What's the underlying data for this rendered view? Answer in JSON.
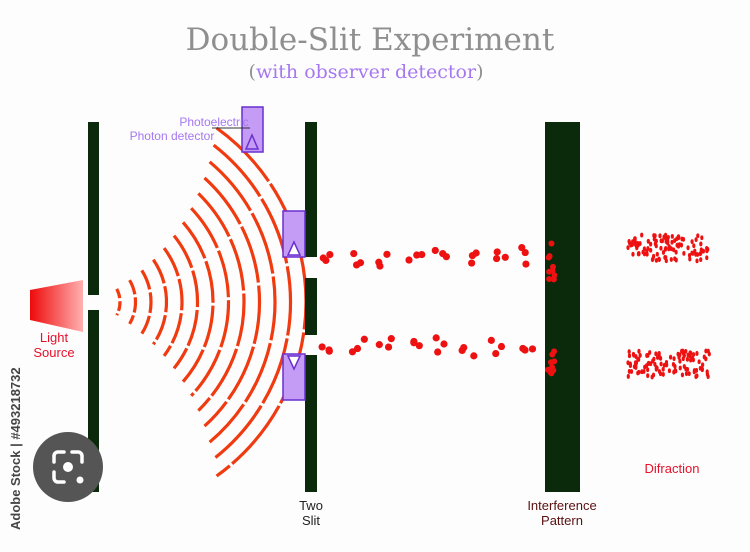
{
  "title": "Double-Slit Experiment",
  "subtitle": {
    "open": "(",
    "text": "with observer detector",
    "close": ")"
  },
  "labels": {
    "detector_line1": "Photoelectric",
    "detector_line2": "Photon detector",
    "light_line1": "Light",
    "light_line2": "Source",
    "slit_line1": "Two",
    "slit_line2": "Slit",
    "pattern_line1": "Interference",
    "pattern_line2": "Pattern",
    "diffraction": "Difraction"
  },
  "watermark": "Adobe Stock | #493218732",
  "icons": {
    "lens": "google-lens-camera-icon"
  },
  "colors": {
    "barrier": "#0b2a0b",
    "wave": "#f03a10",
    "photon": "#ee1111",
    "detector": "#c49bf5",
    "detector_border": "#6a2fd0",
    "title": "#8f8f8f",
    "subtitle": "#a678f0",
    "label_red": "#e8102a"
  }
}
